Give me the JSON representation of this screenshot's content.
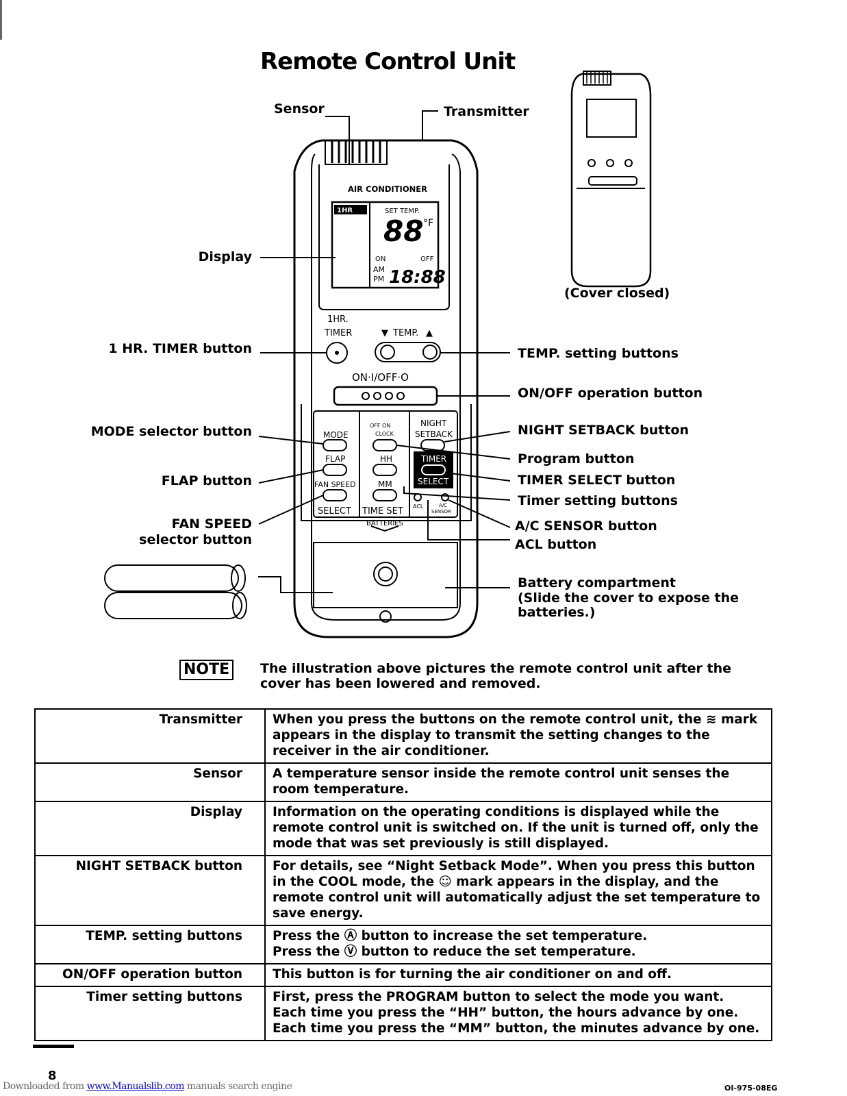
{
  "page": {
    "title": "Remote Control Unit",
    "page_number": "8",
    "doc_code": "OI-975-08EG"
  },
  "callouts": {
    "sensor": "Sensor",
    "transmitter": "Transmitter",
    "display": "Display",
    "one_hr_timer": "1 HR. TIMER button",
    "mode": "MODE selector button",
    "flap": "FLAP button",
    "fan_speed_1": "FAN SPEED",
    "fan_speed_2": "selector button",
    "temp": "TEMP. setting buttons",
    "onoff": "ON/OFF operation button",
    "night": "NIGHT SETBACK button",
    "program": "Program button",
    "timer_select": "TIMER SELECT button",
    "timer_setting": "Timer setting buttons",
    "ac_sensor": "A/C SENSOR button",
    "acl": "ACL button",
    "battery_1": "Battery compartment",
    "battery_2": "(Slide the cover to expose the",
    "battery_3": "batteries.)",
    "cover_closed": "(Cover closed)"
  },
  "remote_labels": {
    "brand_line": "AIR CONDITIONER",
    "set_temp": "SET TEMP.",
    "digits": "88",
    "unit": "°F",
    "on": "ON",
    "off": "OFF",
    "am": "AM",
    "pm": "PM",
    "clock": "18:88",
    "one_hr_a": "1HR.",
    "one_hr_b": "TIMER",
    "temp": "TEMP.",
    "onoff": "ON·I/OFF·O",
    "mode": "MODE",
    "flap": "FLAP",
    "fan_speed": "FAN SPEED",
    "select": "SELECT",
    "off_on": "OFF ON",
    "clock_lbl": "CLOCK",
    "hh": "HH",
    "mm": "MM",
    "time_set": "TIME SET",
    "night": "NIGHT",
    "setback": "SETBACK",
    "timer": "TIMER",
    "select2": "SELECT",
    "acl": "ACL",
    "ac": "A/C",
    "sensor": "SENSOR",
    "batteries": "BATTERIES"
  },
  "note": {
    "label": "NOTE",
    "text": "The illustration above pictures the remote control unit after the cover has been lowered and removed."
  },
  "table": [
    {
      "term": "Transmitter",
      "desc": "When you press the buttons on the remote control unit, the ≋ mark appears in the display to transmit the setting changes to the receiver in the air conditioner."
    },
    {
      "term": "Sensor",
      "desc": "A temperature sensor inside the remote control unit senses the room temperature."
    },
    {
      "term": "Display",
      "desc": "Information on the operating conditions is displayed while the remote control unit is switched on. If the unit is turned off, only the mode that was set previously is still displayed."
    },
    {
      "term": "NIGHT SETBACK button",
      "desc": "For details, see “Night Setback Mode”. When you press this button in the COOL mode, the ☺ mark appears in the display, and the remote control unit will automatically adjust the set temperature to save energy."
    },
    {
      "term": "TEMP. setting buttons",
      "desc": "Press the Ⓐ button to increase the set temperature.\nPress the Ⓥ button to reduce the set temperature."
    },
    {
      "term": "ON/OFF operation button",
      "desc": "This button is for turning the air conditioner on and off."
    },
    {
      "term": "Timer setting buttons",
      "desc": "First, press the PROGRAM button to select the mode you want.\nEach time you press the “HH” button, the hours advance by one.\nEach time you press the “MM” button, the minutes advance by one."
    }
  ],
  "footer": {
    "prefix": "Downloaded from ",
    "link": "www.Manualslib.com",
    "suffix": " manuals search engine"
  }
}
